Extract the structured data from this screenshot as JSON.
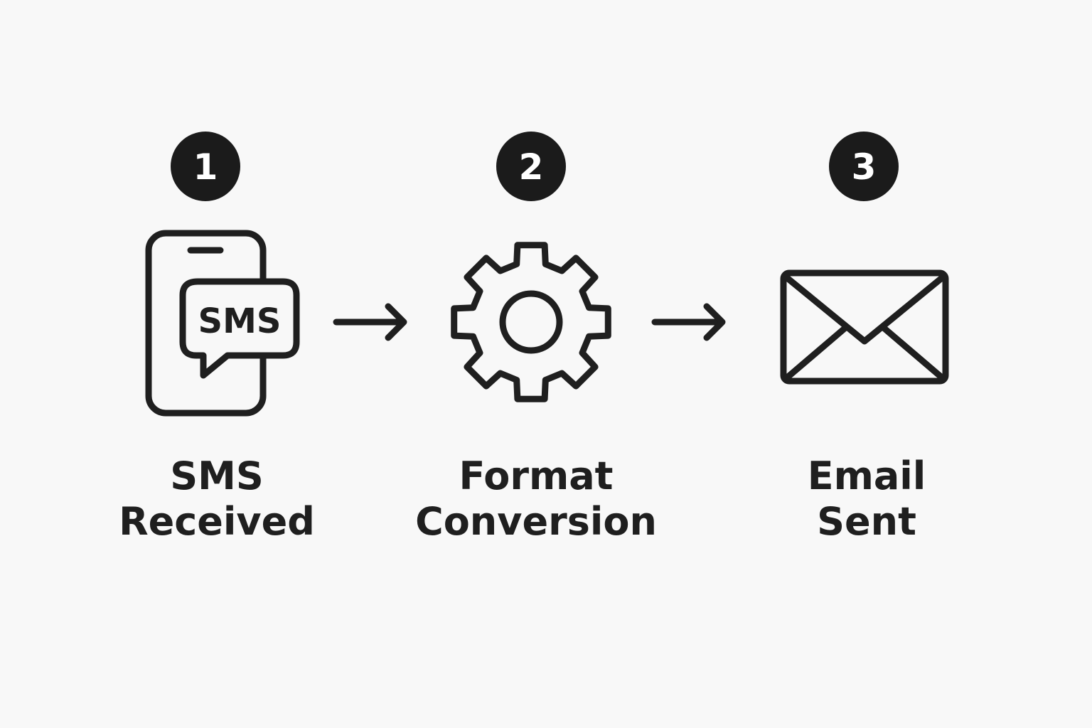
{
  "colors": {
    "background": "#f8f8f8",
    "ink": "#1f1f1f",
    "badge_fill": "#1b1b1b",
    "badge_text": "#ffffff"
  },
  "steps": [
    {
      "number": "1",
      "icon": "phone-sms-icon",
      "icon_text": "SMS",
      "label_line1": "SMS",
      "label_line2": "Received"
    },
    {
      "number": "2",
      "icon": "gear-icon",
      "label_line1": "Format",
      "label_line2": "Conversion"
    },
    {
      "number": "3",
      "icon": "envelope-icon",
      "label_line1": "Email",
      "label_line2": "Sent"
    }
  ],
  "connectors": [
    {
      "from": "1",
      "to": "2",
      "icon": "arrow-right-icon"
    },
    {
      "from": "2",
      "to": "3",
      "icon": "arrow-right-icon"
    }
  ]
}
